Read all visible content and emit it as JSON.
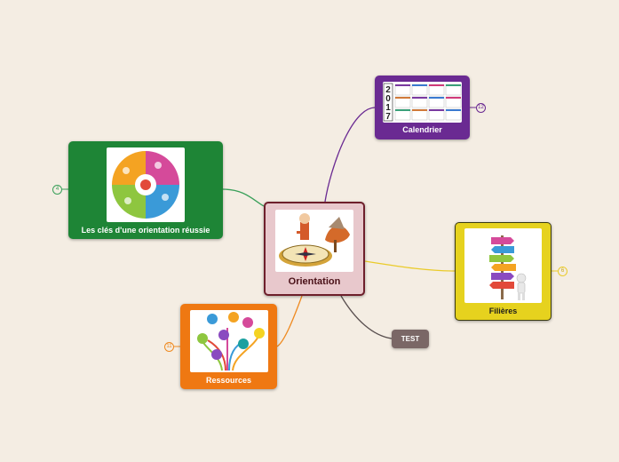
{
  "map": {
    "central": {
      "label": "Orientation"
    },
    "branches": {
      "cles": {
        "label": "Les clés d'une orientation réussie",
        "count": "4"
      },
      "calendrier": {
        "label": "Calendrier",
        "count": "12",
        "year_digits": [
          "2",
          "0",
          "1",
          "7"
        ]
      },
      "filieres": {
        "label": "Filières",
        "count": "6"
      },
      "ressources": {
        "label": "Ressources",
        "count": "11"
      },
      "test": {
        "label": "TEST"
      }
    }
  },
  "colors": {
    "background": "#f4ede3",
    "central": "#e8c8cc",
    "cles": "#1e8536",
    "calendrier": "#6a2a92",
    "filieres": "#e6d21e",
    "ressources": "#ef7812",
    "test": "#7a6766",
    "link_cles": "#3aa05a",
    "link_calendrier": "#6a2a92",
    "link_filieres": "#eacb2a",
    "link_ressources": "#ef8a20",
    "link_test": "#5a5050"
  }
}
